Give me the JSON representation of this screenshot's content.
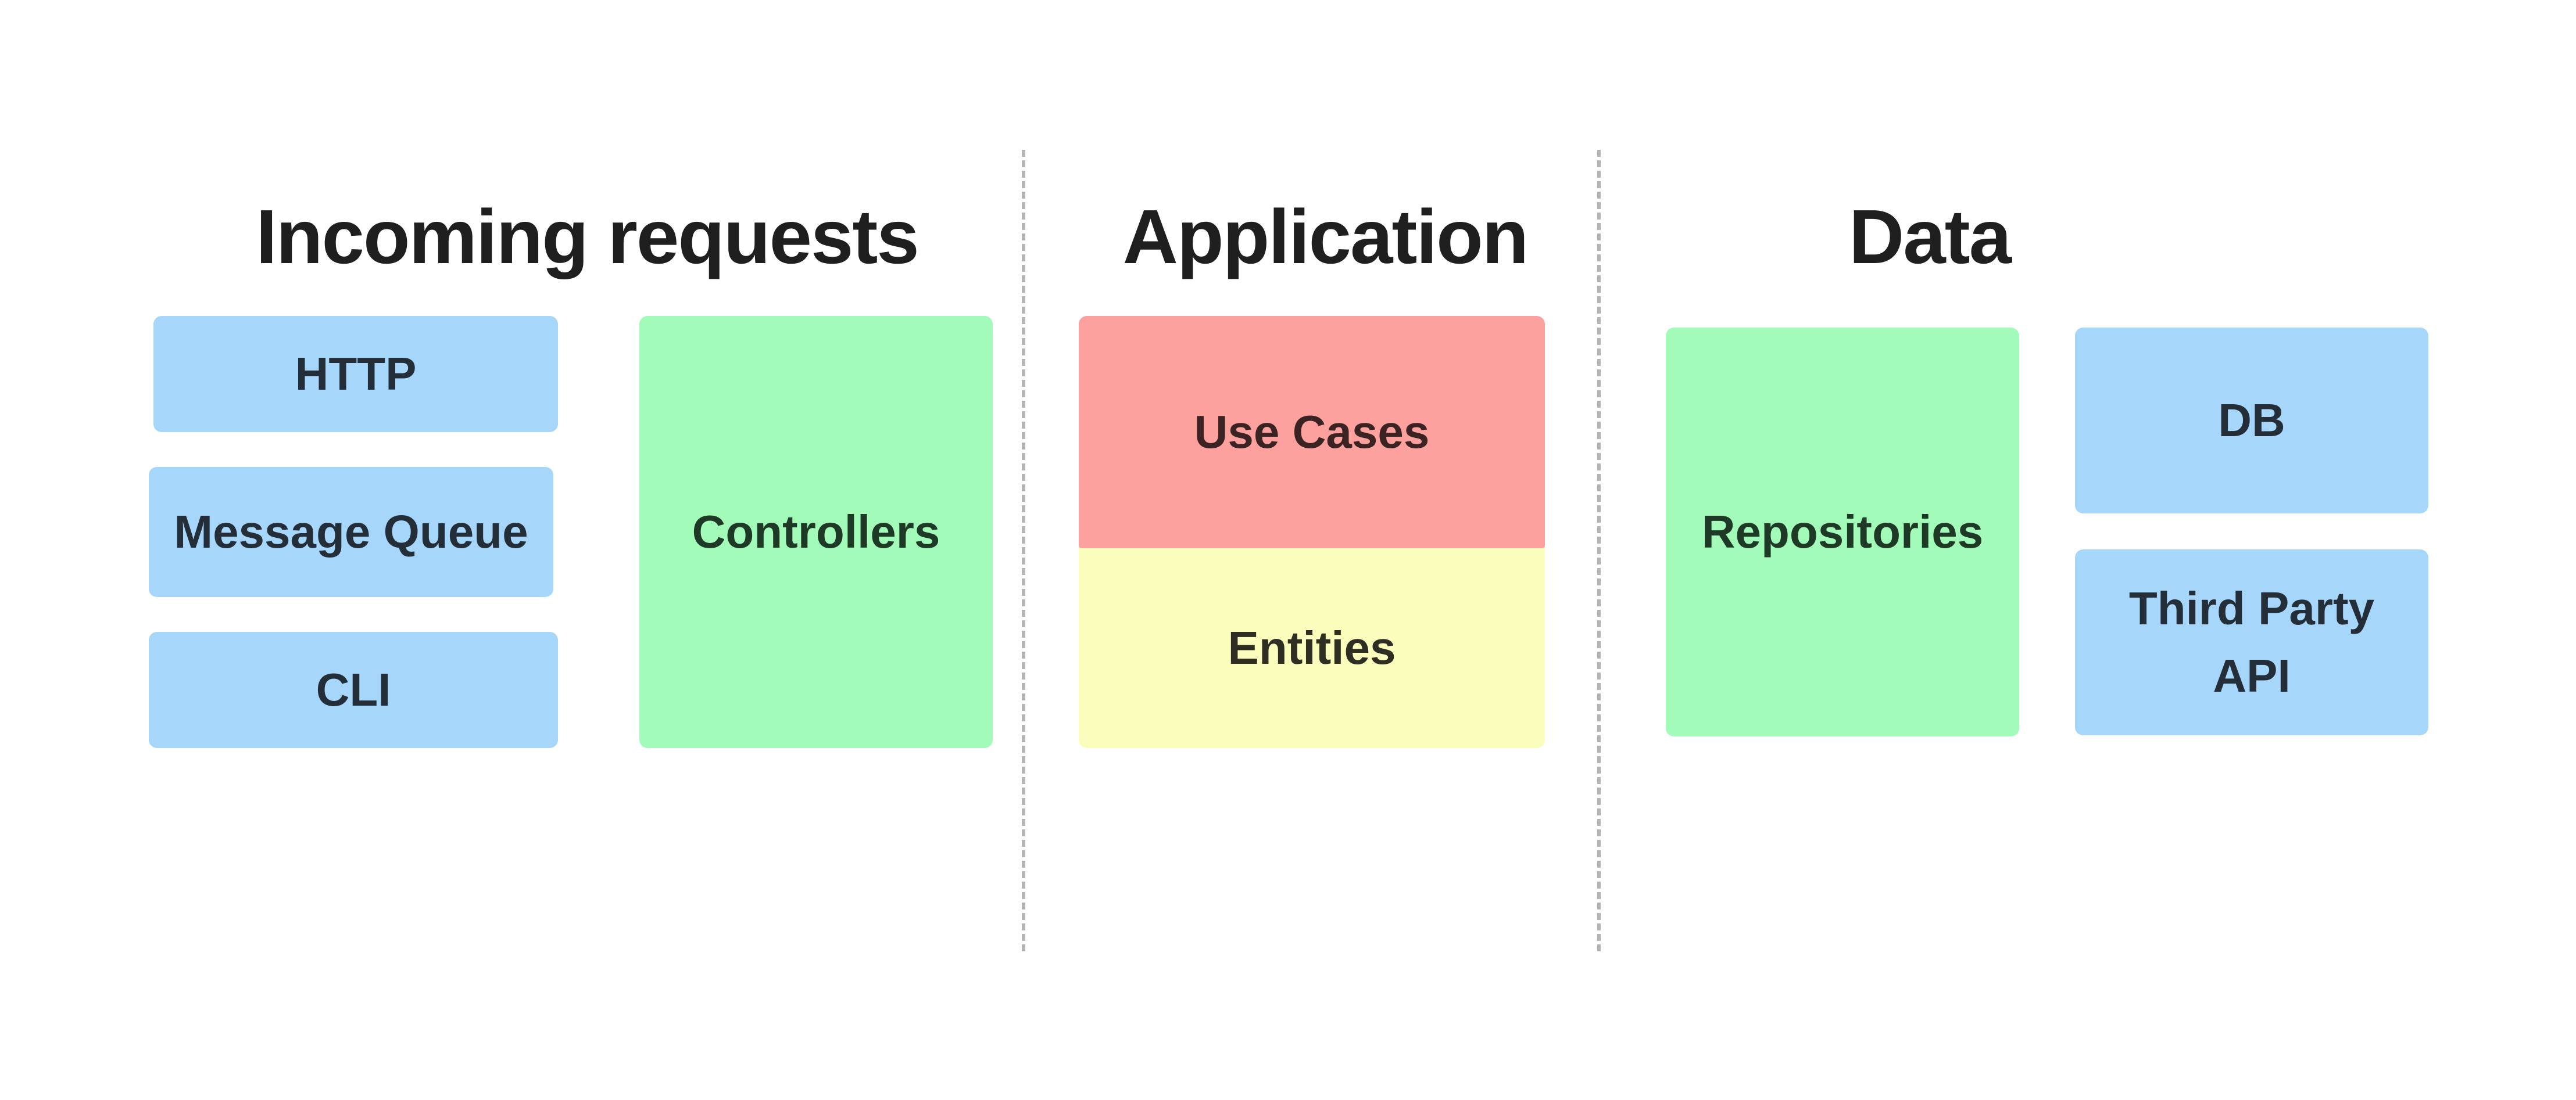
{
  "sections": {
    "incoming": {
      "title": "Incoming requests",
      "sources": [
        "HTTP",
        "Message Queue",
        "CLI"
      ],
      "handler": "Controllers"
    },
    "application": {
      "title": "Application",
      "use_cases": "Use Cases",
      "entities": "Entities"
    },
    "data": {
      "title": "Data",
      "repositories": "Repositories",
      "stores": [
        "DB",
        "Third Party API"
      ]
    }
  },
  "colors": {
    "external": "#a7d6fb",
    "adapter": "#a2fbb9",
    "use_cases": "#fca19d",
    "entities": "#fbfdbd",
    "divider": "#b5b5b5",
    "heading": "#1f1f1f"
  }
}
